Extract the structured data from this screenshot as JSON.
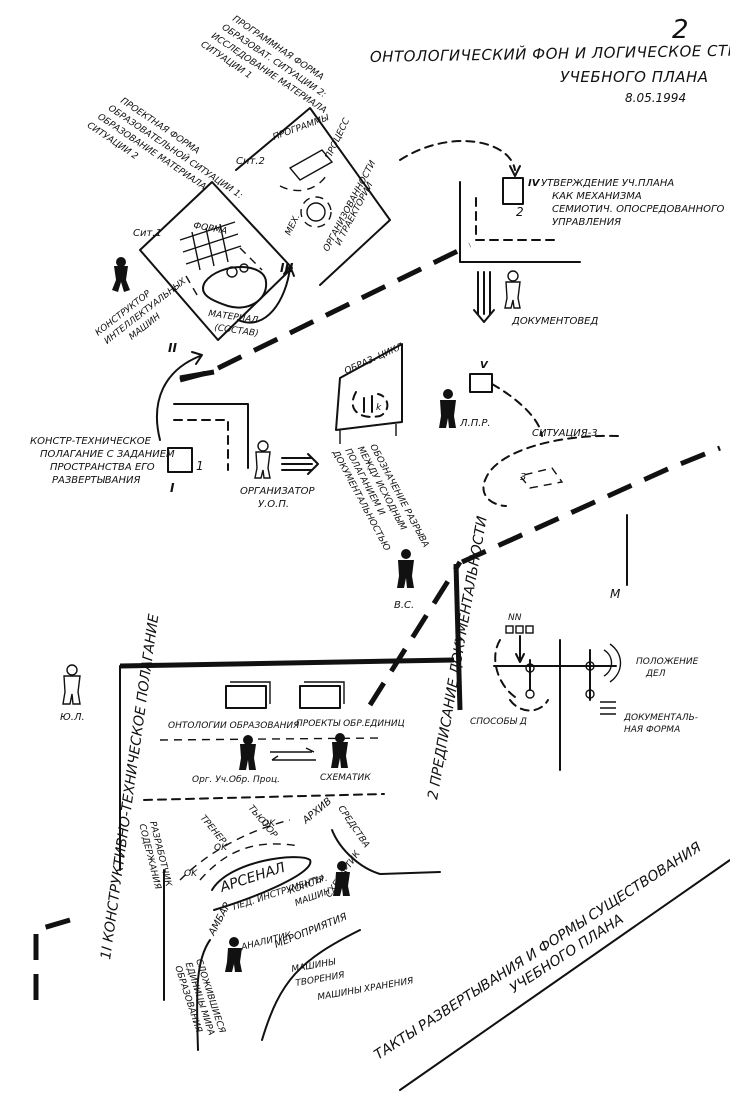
{
  "header": {
    "page_number": "2",
    "title_line1": "ОНТОЛОГИЧЕСКИЙ ФОН И ЛОГИЧЕСКОЕ СТРОЕНИЕ",
    "title_line2": "УЧЕБНОГО ПЛАНА",
    "date": "8.05.1994"
  },
  "situations": {
    "sit1_label": "Сит.1",
    "sit2_label": "Сит.2",
    "forma": "ФОРМА",
    "material_line1": "МАТЕРИАЛ",
    "material_line2": "(СОСТАВ)",
    "programmy": "ПРОГРАММЫ",
    "process": "ПРОЦЕСС",
    "mekh": "МЕХ.",
    "org_line1": "ОРГАНИЗОВАННОСТИ",
    "org_line2": "И ТРАЕКТОРИИ",
    "roman_II": "II",
    "roman_III": "III",
    "roman_I": "I",
    "roman_IV": "IV",
    "roman_V": "V",
    "num_1": "1",
    "num_2": "2",
    "num_3": "3"
  },
  "annotations": {
    "program_form_line1": "ПРОГРАММНАЯ ФОРМА",
    "program_form_line2": "ОБРАЗОВАТ. СИТУАЦИИ 2:",
    "program_form_line3": "ИССЛЕДОВАНИЕ МАТЕРИАЛА",
    "program_form_line4": "СИТУАЦИИ 1",
    "project_form_line1": "ПРОЕКТНАЯ ФОРМА",
    "project_form_line2": "ОБРАЗОВАТЕЛЬНОЙ СИТУАЦИИ 1:",
    "project_form_line3": "ОБРАЗОВАНИЕ МАТЕРИАЛА",
    "project_form_line4": "СИТУАЦИИ 2",
    "konstruktor_line1": "КОНСТРУКТОР",
    "konstruktor_line2": "ИНТЕЛЛЕКТУАЛЬНЫХ",
    "konstruktor_line3": "МАШИН",
    "approval_line1": "УТВЕРЖДЕНИЕ УЧ.ПЛАНА",
    "approval_line2": "КАК МЕХАНИЗМА",
    "approval_line3": "СЕМИОТИЧ. ОПОСРЕДОВАННОГО",
    "approval_line4": "УПРАВЛЕНИЯ",
    "dokumentoved": "ДОКУМЕНТОВЕД",
    "konstr_tech_line1": "КОНСТР-ТЕХНИЧЕСКОЕ",
    "konstr_tech_line2": "ПОЛАГАНИЕ С ЗАДАНИЕМ",
    "konstr_tech_line3": "ПРОСТРАНСТВА ЕГО",
    "konstr_tech_line4": "РАЗВЕРТЫВАНИЯ",
    "organizator_line1": "ОРГАНИЗАТОР",
    "organizator_line2": "У.О.П.",
    "obraz_cikl": "ОБРАЗ. ЦИКЛ",
    "lpr": "Л.П.Р.",
    "situaciya3": "СИТУАЦИЯ-3",
    "gap_line1": "ОБОЗНАЧЕНИЕ РАЗРЫВА",
    "gap_line2": "МЕЖДУ ИСХОДНЫМ",
    "gap_line3": "ПОЛАГАНИЕМ И",
    "gap_line4": "ДОКУМЕНТАЛЬНОСТЬЮ",
    "vs": "В.С.",
    "yul": "Ю.Л.",
    "m_letter": "М",
    "predpisanie": "2 ПРЕДПИСАНИЕ ДОКУМЕНТАЛЬНОСТИ",
    "nn": "NN",
    "polozhenie_line1": "ПОЛОЖЕНИЕ",
    "polozhenie_line2": "ДЕЛ",
    "sposoby": "СПОСОБЫ Д",
    "doc_form_line1": "ДОКУМЕНТАЛЬ-",
    "doc_form_line2": "НАЯ ФОРМА",
    "konstr_tech_polaganie": "1I КОНСТРУКТИВНО-ТЕХНИЧЕСКОЕ ПОЛАГАНИЕ",
    "ontologii": "ОНТОЛОГИИ ОБРАЗОВАНИЯ",
    "proekty": "ПРОЕКТЫ ОБР.ЕДИНИЦ",
    "org_uch": "Орг. Уч.Обр. Проц.",
    "skhematik": "СХЕМАТИК",
    "arkhiv": "АРХИВ",
    "sredstva": "СРЕДСТВА",
    "tyutor": "ТЬЮТОР",
    "trener": "ТРЕНЕР",
    "razrabotchik_line1": "РАЗРАБОТЧИК",
    "razrabotchik_line2": "СОДЕРЖАНИЯ",
    "arsenal": "АРСЕНАЛ",
    "ped_instr": "ПЕД. ИНСТРУМЕНТЫ",
    "konstr_mashin_line1": "КОНСТР.",
    "konstr_mashin_line2": "МАШИН",
    "skhematik2": "СХЕМА-ТИК",
    "ambar": "АМБАР",
    "analitik": "АНАЛИТИК",
    "slozhivshiesya_line1": "СЛОЖИВШИЕСЯ",
    "slozhivshiesya_line2": "ЕДИНИЦЫ МИРА",
    "slozhivshiesya_line3": "ОБРАЗОВАНИЯ",
    "meropriyatiya": "МЕРОПРИЯТИЯ",
    "mashiny_tvor_line1": "МАШИНЫ",
    "mashiny_tvor_line2": "ТВОРЕНИЯ",
    "mashiny_khran": "МАШИНЫ ХРАНЕНИЯ",
    "ok": "OK",
    "takty_line1": "ТАКТЫ РАЗВЕРТЫВАНИЯ И ФОРМЫ СУЩЕСТВОВАНИЯ",
    "takty_line2": "УЧЕБНОГО ПЛАНА"
  }
}
